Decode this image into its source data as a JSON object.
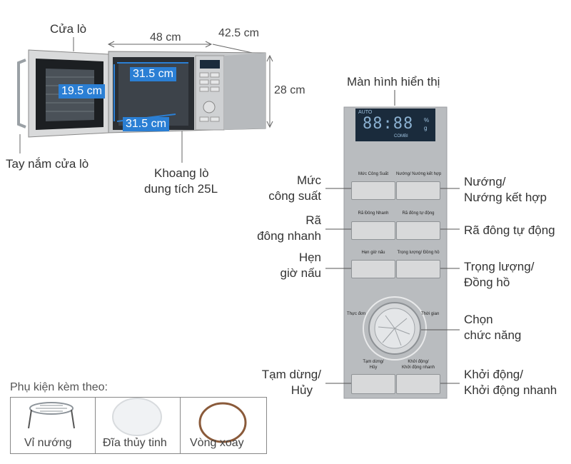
{
  "microwave": {
    "door_label": "Cửa lò",
    "width": "48 cm",
    "depth": "42.5 cm",
    "height": "28 cm",
    "inner_width": "31.5 cm",
    "inner_height": "19.5 cm",
    "inner_depth": "31.5 cm",
    "handle_label": "Tay nắm cửa lò",
    "cavity_line1": "Khoang lò",
    "cavity_line2": "dung tích 25L"
  },
  "panel": {
    "display_label": "Màn hình hiển thị",
    "display": {
      "auto": "AUTO",
      "digits": "88:88",
      "unit_pct": "%",
      "unit_g": "g",
      "combi": "COMBI"
    },
    "btn_power": "Mức Công Suất",
    "btn_grill": "Nướng/ Nướng kết hợp",
    "btn_quick_defrost": "Rã Đông Nhanh",
    "btn_auto_defrost": "Rã đông tự động",
    "btn_timer": "Hẹn giờ nấu",
    "btn_weight": "Trọng lượng/ Đồng hồ",
    "dial_left": "Thực đơn",
    "dial_right": "Thời gian",
    "btn_stop_l1": "Tạm dừng/",
    "btn_stop_l2": "Hủy",
    "btn_start_l1": "Khởi động/",
    "btn_start_l2": "Khởi động nhanh"
  },
  "callouts": {
    "power_l1": "Mức",
    "power_l2": "công suất",
    "grill_l1": "Nướng/",
    "grill_l2": "Nướng kết hợp",
    "quick_l1": "Rã",
    "quick_l2": "đông nhanh",
    "auto_defrost": "Rã đông tự động",
    "timer_l1": "Hẹn",
    "timer_l2": "giờ nấu",
    "weight_l1": "Trọng lượng/",
    "weight_l2": "Đồng hồ",
    "function_l1": "Chọn",
    "function_l2": "chức năng",
    "stop_l1": "Tạm dừng/",
    "stop_l2": "Hủy",
    "start_l1": "Khởi động/",
    "start_l2": "Khởi động nhanh"
  },
  "accessories": {
    "title": "Phụ kiện kèm theo:",
    "items": [
      "Vỉ nướng",
      "Đĩa thủy tinh",
      "Vòng xoay"
    ]
  },
  "colors": {
    "blue_box": "#2b7fd4",
    "panel": "#b9bcbf",
    "button": "#d8d9da",
    "display": "#1a2b3c"
  }
}
